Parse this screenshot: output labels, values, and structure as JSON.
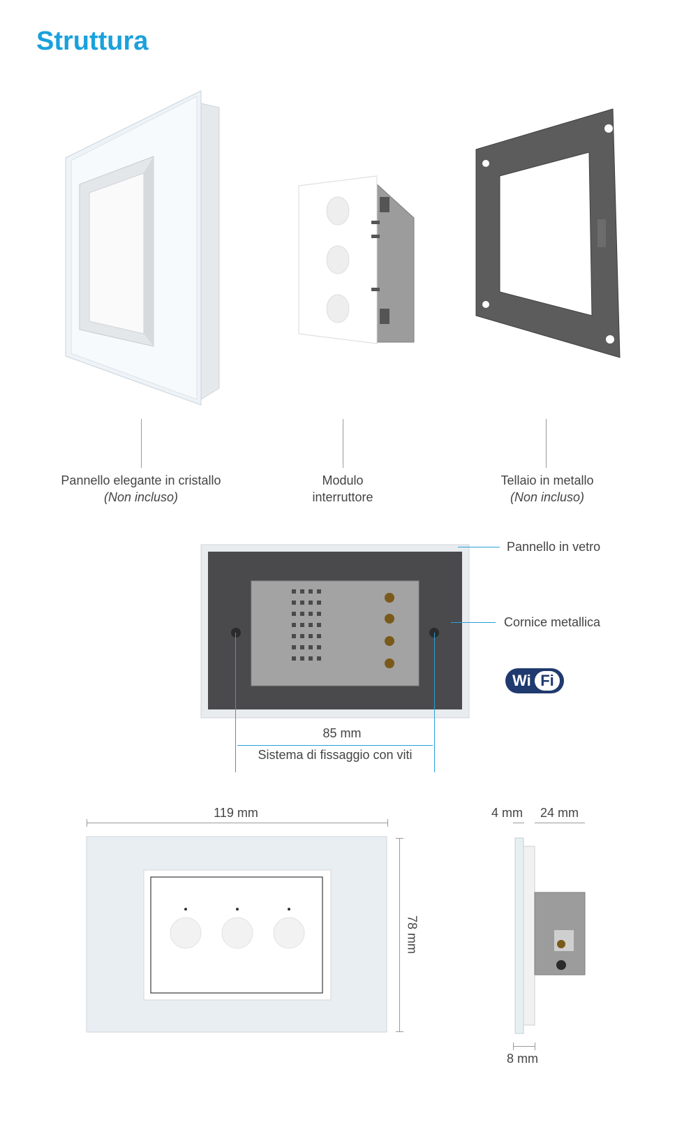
{
  "title": "Struttura",
  "components": [
    {
      "label": "Pannello elegante in cristallo",
      "sub": "(Non incluso)"
    },
    {
      "label": "Modulo",
      "sub": "interruttore"
    },
    {
      "label": "Tellaio in metallo",
      "sub": "(Non incluso)"
    }
  ],
  "back_view": {
    "glass_label": "Pannello in vetro",
    "frame_label": "Cornice metallica",
    "distance": "85 mm",
    "fixing_label": "Sistema di fissaggio con viti",
    "wifi_badge": {
      "left": "Wi",
      "right": "Fi"
    }
  },
  "dimensions": {
    "width": "119 mm",
    "height": "78 mm",
    "depth_front": "4 mm",
    "depth_back": "24 mm",
    "thickness": "8 mm"
  },
  "colors": {
    "accent": "#1aa1dc",
    "wifi": "#1f3a6e",
    "metal": "#5c5c5c",
    "module_gray": "#9c9c9c"
  }
}
